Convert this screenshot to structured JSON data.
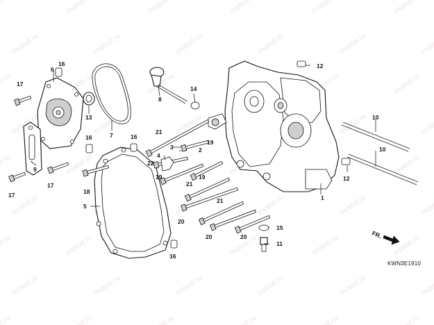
{
  "diagram": {
    "code": "KWN3E1910",
    "front_marker": "FR.",
    "watermark": "motod.ru",
    "labels": {
      "l1": "1",
      "l2": "2",
      "l3": "3",
      "l4": "4",
      "l5": "5",
      "l6": "6",
      "l7": "7",
      "l8": "8",
      "l9": "9",
      "l10a": "10",
      "l10b": "10",
      "l11": "11",
      "l12a": "12",
      "l12b": "12",
      "l13": "13",
      "l14": "14",
      "l15": "15",
      "l16a": "16",
      "l16b": "16",
      "l16c": "16",
      "l16d": "16",
      "l17a": "17",
      "l17b": "17",
      "l17c": "17",
      "l18": "18",
      "l19a": "19",
      "l19b": "19",
      "l19c": "19",
      "l20a": "20",
      "l20b": "20",
      "l20c": "20",
      "l21a": "21",
      "l21b": "21",
      "l21c": "21",
      "l22": "22"
    }
  }
}
